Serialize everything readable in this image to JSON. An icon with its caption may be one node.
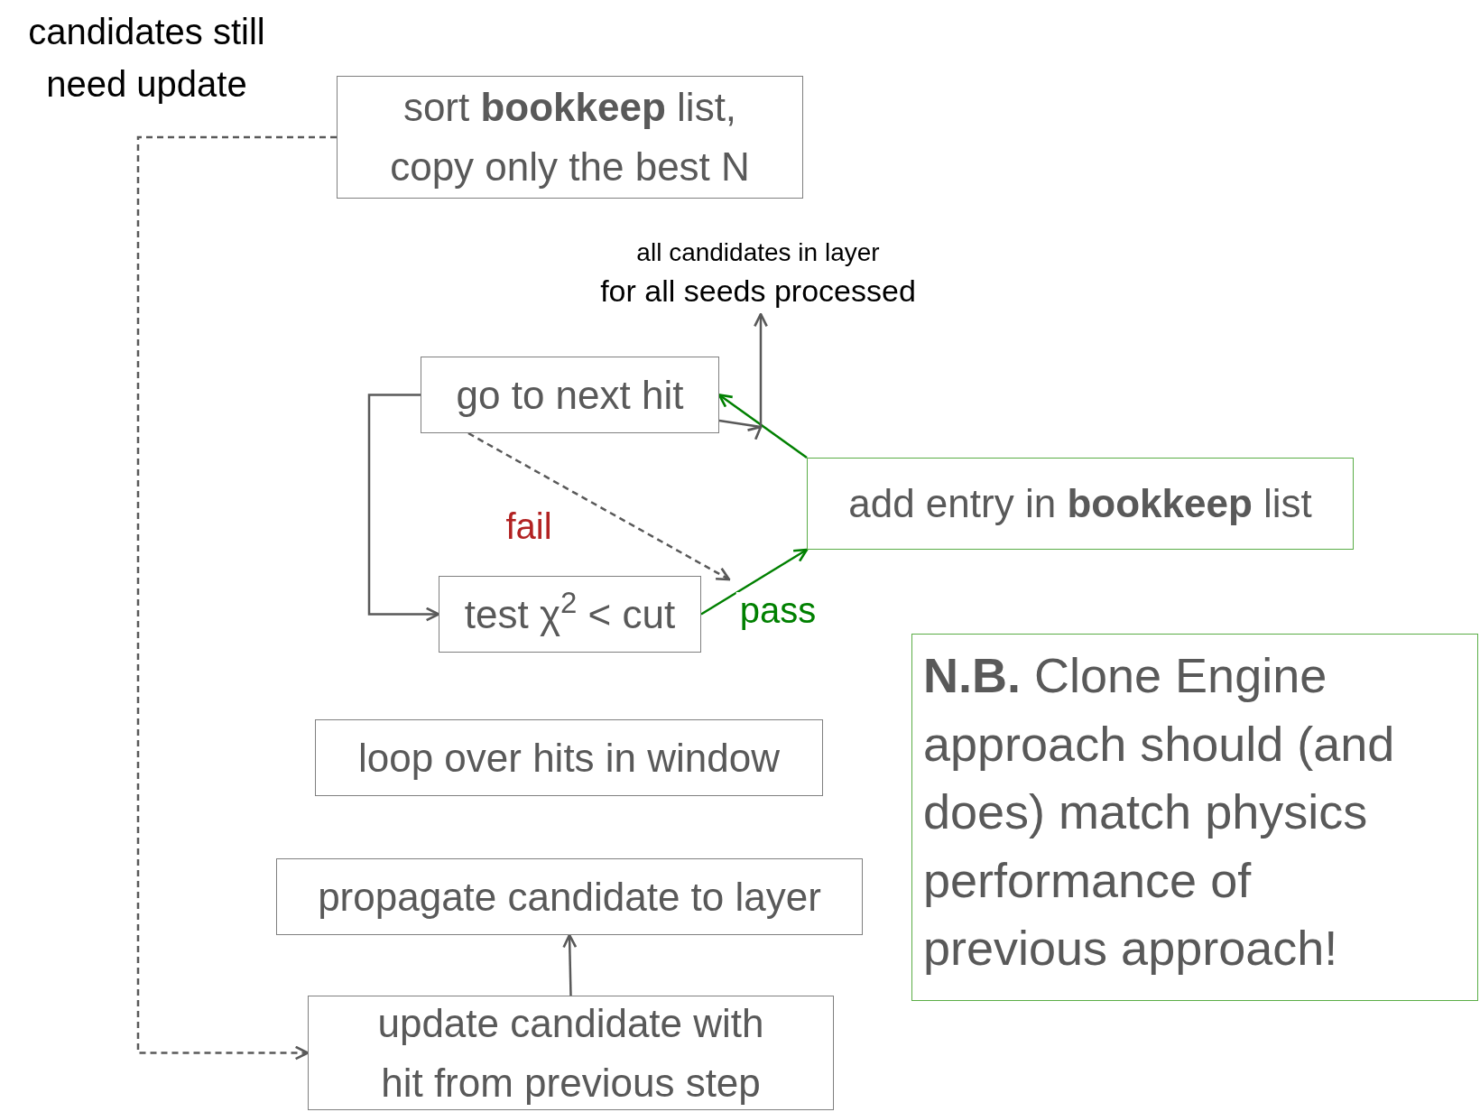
{
  "diagram": {
    "nodes": [
      {
        "text": [
          "sort **bookkeep** list, copy only the best N"
        ]
      },
      {
        "text": [
          "all candidates in layer",
          "for all seeds processed"
        ]
      },
      {
        "text": [
          "go to next hit"
        ]
      },
      {
        "text": [
          "add entry in **bookkeep** list"
        ]
      },
      {
        "text": [
          "test χ$^{2}$ < cut"
        ]
      },
      {
        "text": [
          "loop over hits in window"
        ]
      },
      {
        "text": [
          "propagate candidate to layer"
        ]
      },
      {
        "text": [
          "update candidate with hit from previous step"
        ]
      },
      {
        "text": [
          "**N.B.** Clone Engine approach should (and does) match physics performance of previous approach!"
        ]
      }
    ],
    "edges": [
      {
        "from": 0,
        "to": 7,
        "arrow": "to",
        "style": "dashed"
      },
      {
        "from": 2,
        "to": 4,
        "arrow": "to"
      },
      {
        "from": 2,
        "to": 4,
        "arrow": "to",
        "style": "dashed",
        "label": "fail"
      },
      {
        "from": 4,
        "to": 3,
        "arrow": "to",
        "color": "#008000",
        "label": "pass"
      },
      {
        "from": 3,
        "to": 2,
        "arrow": "to",
        "color": "#008000"
      },
      {
        "from": 2,
        "to": 1,
        "arrow": "to"
      },
      {
        "from": 7,
        "to": 6,
        "arrow": "to"
      }
    ],
    "labels": [
      "candidates still need update"
    ]
  }
}
